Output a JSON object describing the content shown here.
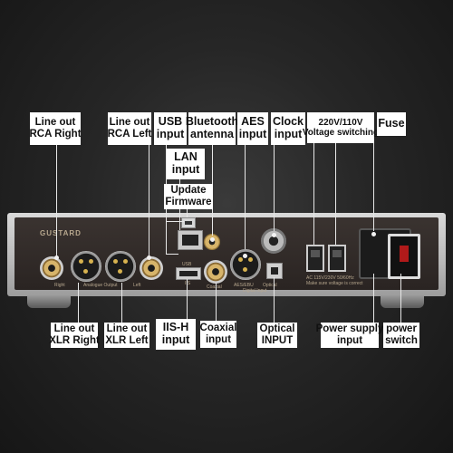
{
  "labels": {
    "line_out_rca_right": [
      "Line out",
      "RCA Right"
    ],
    "line_out_rca_left": [
      "Line out",
      "RCA Left"
    ],
    "usb_input": [
      "USB",
      "input"
    ],
    "bluetooth_antenna": [
      "Bluetooth",
      "antenna"
    ],
    "aes_input": [
      "AES",
      "input"
    ],
    "clock_input": [
      "Clock",
      "input"
    ],
    "voltage_switching": [
      "220V/110V",
      "Voltage switching"
    ],
    "fuse": [
      "Fuse"
    ],
    "lan_input": [
      "LAN",
      "input"
    ],
    "update_firmware": [
      "Update",
      "Firmware"
    ],
    "line_out_xlr_right": [
      "Line out",
      "XLR Right"
    ],
    "line_out_xlr_left": [
      "Line out",
      "XLR Left"
    ],
    "iis_h_input": [
      "IIS-H",
      "input"
    ],
    "coaxial_input": [
      "Coaxial",
      "input"
    ],
    "optical_input": [
      "Optical",
      "INPUT"
    ],
    "power_supply_input": [
      "Power supply",
      "input"
    ],
    "power_switch": [
      "power",
      "switch"
    ]
  },
  "device": {
    "brand": "GUSTARD",
    "panel_texts": {
      "right": "Right",
      "analogue_output": "Analogue Output",
      "left": "Left",
      "usb": "USB",
      "iis": "IIS",
      "aes_ebu": "AES/EBU",
      "coaxial": "Coaxial",
      "optical": "Optical",
      "digital_input": "Digital Input",
      "voltage": "AC 115V/230V 50/60Hz",
      "voltage_note": "Make sure voltage is correct"
    }
  }
}
